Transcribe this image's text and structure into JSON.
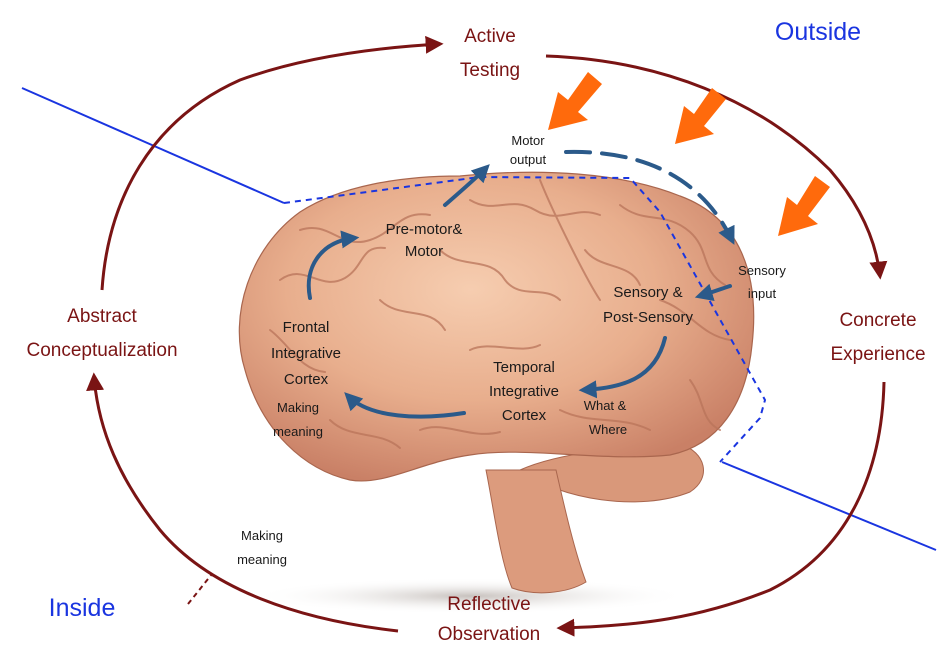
{
  "regions": {
    "outside": "Outside",
    "inside": "Inside"
  },
  "cycle": {
    "active_testing": [
      "Active",
      "Testing"
    ],
    "concrete_experience": [
      "Concrete",
      "Experience"
    ],
    "reflective_observation": [
      "Reflective",
      "Observation"
    ],
    "abstract_conceptualization": [
      "Abstract",
      "Conceptualization"
    ]
  },
  "brain": {
    "motor_output": [
      "Motor",
      "output"
    ],
    "premotor": [
      "Pre-motor&",
      "Motor"
    ],
    "sensory_input": [
      "Sensory",
      "input"
    ],
    "sensory_post": [
      "Sensory &",
      "Post-Sensory"
    ],
    "temporal": [
      "Temporal",
      "Integrative",
      "Cortex"
    ],
    "frontal": [
      "Frontal",
      "Integrative",
      "Cortex"
    ],
    "what_where": [
      "What &",
      "Where"
    ],
    "making_meaning_inner": [
      "Making",
      "meaning"
    ],
    "making_meaning_outer": [
      "Making",
      "meaning"
    ]
  },
  "colors": {
    "cycle": "#7a1414",
    "region_text": "#1a35e0",
    "blue_line": "#1a35e0",
    "flow_arrow": "#2b5a8a",
    "orange_arrow": "#ff6a0c",
    "brain_fill": "#e8ae8d",
    "brain_shadow": "#b9745a"
  },
  "icons": [
    "orange-input-arrow-icon"
  ]
}
